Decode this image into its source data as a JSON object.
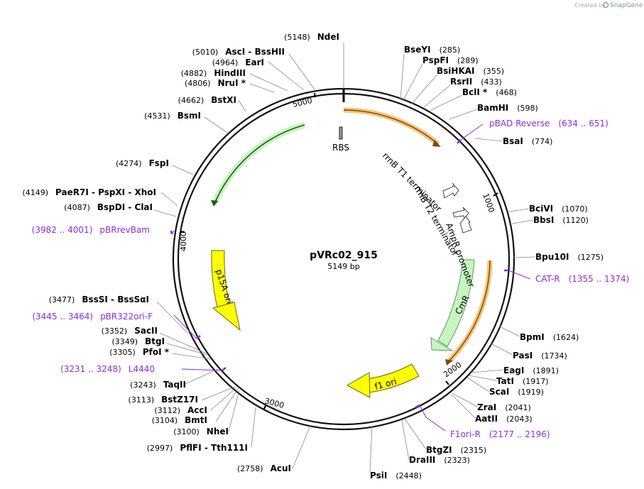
{
  "credit": {
    "created_by": "Created by",
    "brand": "SnapGene"
  },
  "plasmid": {
    "name": "pVRc02_915",
    "length_label": "5149 bp",
    "total_bp": 5149
  },
  "ticks": [
    {
      "bp": 1000,
      "label": "1000"
    },
    {
      "bp": 2000,
      "label": "2000"
    },
    {
      "bp": 3000,
      "label": "3000"
    },
    {
      "bp": 4000,
      "label": "4000"
    },
    {
      "bp": 5000,
      "label": "5000"
    }
  ],
  "sites": [
    {
      "name": "NdeI",
      "pos": "(5148)"
    },
    {
      "name": "BseYI",
      "pos": "(285)"
    },
    {
      "name": "PspFI",
      "pos": "(289)"
    },
    {
      "name": "BsiHKAI",
      "pos": "(355)"
    },
    {
      "name": "RsrII",
      "pos": "(433)"
    },
    {
      "name": "BclI *",
      "pos": "(468)"
    },
    {
      "name": "BamHI",
      "pos": "(598)"
    },
    {
      "name": "BsaI",
      "pos": "(774)"
    },
    {
      "name": "BciVI",
      "pos": "(1070)"
    },
    {
      "name": "BbsI",
      "pos": "(1120)"
    },
    {
      "name": "Bpu10I",
      "pos": "(1275)"
    },
    {
      "name": "BpmI",
      "pos": "(1624)"
    },
    {
      "name": "PasI",
      "pos": "(1734)"
    },
    {
      "name": "EagI",
      "pos": "(1891)"
    },
    {
      "name": "TatI",
      "pos": "(1917)"
    },
    {
      "name": "ScaI",
      "pos": "(1919)"
    },
    {
      "name": "ZraI",
      "pos": "(2041)"
    },
    {
      "name": "AatII",
      "pos": "(2043)"
    },
    {
      "name": "BtgZI",
      "pos": "(2315)"
    },
    {
      "name": "DraIII",
      "pos": "(2323)"
    },
    {
      "name": "PsiI",
      "pos": "(2448)"
    },
    {
      "name": "AcuI",
      "pos": "(2758)"
    },
    {
      "name": "PflFI  -  Tth111I",
      "pos": "(2997)"
    },
    {
      "name": "NheI",
      "pos": "(3100)"
    },
    {
      "name": "BmtI",
      "pos": "(3104)"
    },
    {
      "name": "AccI",
      "pos": "(3112)"
    },
    {
      "name": "BstZ17I",
      "pos": "(3113)"
    },
    {
      "name": "TaqII",
      "pos": "(3243)"
    },
    {
      "name": "PfoI *",
      "pos": "(3305)"
    },
    {
      "name": "BtgI",
      "pos": "(3349)"
    },
    {
      "name": "SacII",
      "pos": "(3352)"
    },
    {
      "name": "BssSI  -  BssSαI",
      "pos": "(3477)"
    },
    {
      "name": "BspDI  -  ClaI",
      "pos": "(4087)"
    },
    {
      "name": "PaeR7I  -  PspXI  -  XhoI",
      "pos": "(4149)"
    },
    {
      "name": "FspI",
      "pos": "(4274)"
    },
    {
      "name": "BsmI",
      "pos": "(4531)"
    },
    {
      "name": "BstXI",
      "pos": "(4662)"
    },
    {
      "name": "NruI *",
      "pos": "(4806)"
    },
    {
      "name": "HindIII",
      "pos": "(4882)"
    },
    {
      "name": "EarI",
      "pos": "(4964)"
    },
    {
      "name": "AscI  -  BssHII",
      "pos": "(5010)"
    }
  ],
  "primers": [
    {
      "name": "pBAD Reverse",
      "range": "(634 .. 651)"
    },
    {
      "name": "CAT-R",
      "range": "(1355 .. 1374)"
    },
    {
      "name": "F1ori-R",
      "range": "(2177 .. 2196)"
    },
    {
      "name": "L4440",
      "range": "(3231 .. 3248)"
    },
    {
      "name": "pBR322ori-F",
      "range": "(3445 .. 3464)"
    },
    {
      "name": "pBRrevBam",
      "range": "(3982 .. 4001)"
    }
  ],
  "features": {
    "rbs": "RBS",
    "t1": "rrnB T1 terminator",
    "t2": "rrnB T2 terminator",
    "ampr_promoter": "AmpR promoter",
    "cmr": "CmR",
    "f1_ori": "f1 ori",
    "p15a_ori": "p15A ori"
  },
  "colors": {
    "primer": "#8b2be2",
    "orange_feature": "#f6c171",
    "yellow_feature": "#ffff00",
    "green_feature": "#7fd357",
    "cmr_feature": "#c6f5c0"
  }
}
